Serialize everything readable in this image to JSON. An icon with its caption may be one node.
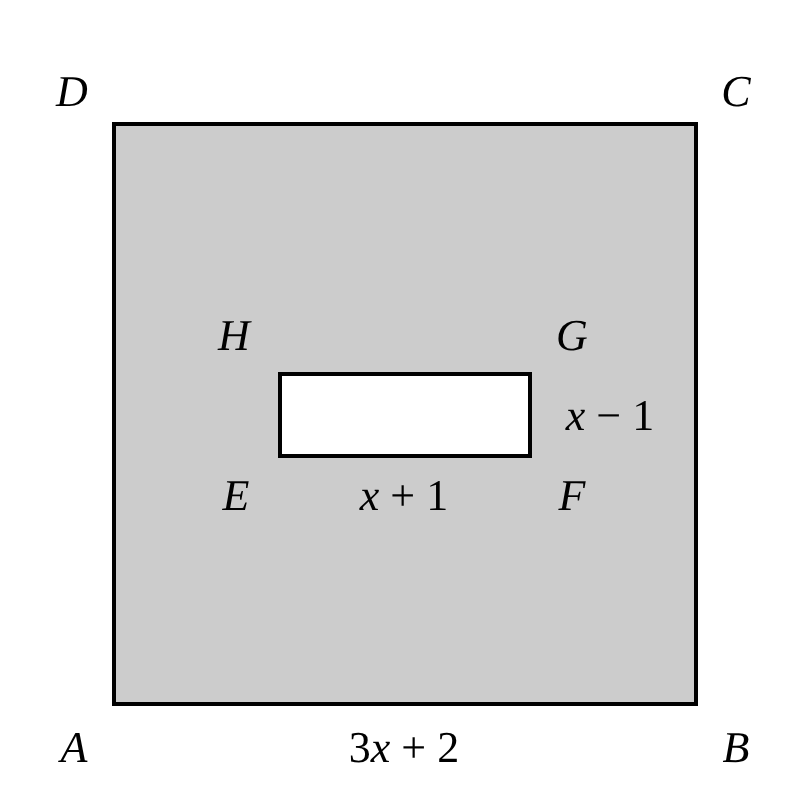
{
  "diagram": {
    "labels": [
      "D",
      "C",
      "H",
      "G",
      "x − 1",
      "E",
      "x + 1",
      "F",
      "A",
      "3x + 2",
      "B"
    ]
  }
}
